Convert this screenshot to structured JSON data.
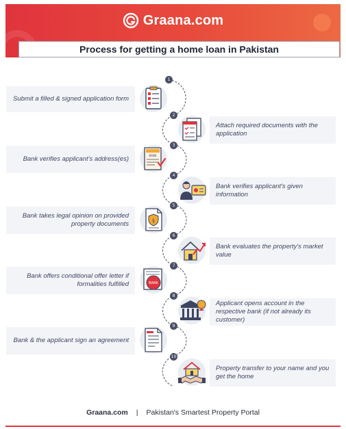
{
  "brand": {
    "name": "Graana.com",
    "logo_icon": "graana-g-icon"
  },
  "title": "Process for getting a home loan in Pakistan",
  "steps": [
    {
      "num": "1",
      "text": "Submit a filled & signed application form",
      "icon": "application-form-icon"
    },
    {
      "num": "2",
      "text": "Attach required documents with the application",
      "icon": "documents-checklist-icon"
    },
    {
      "num": "3",
      "text": "Bank verifies applicant's address(es)",
      "icon": "bank-letter-icon"
    },
    {
      "num": "4",
      "text": "Bank verifies applicant's given information",
      "icon": "id-card-person-icon"
    },
    {
      "num": "5",
      "text": "Bank takes legal opinion on provided property documents",
      "icon": "legal-document-icon"
    },
    {
      "num": "6",
      "text": "Bank evaluates the property's market value",
      "icon": "house-value-chart-icon"
    },
    {
      "num": "7",
      "text": "Bank offers conditional offer letter if formalities fulfilled",
      "icon": "bank-offer-letter-icon"
    },
    {
      "num": "8",
      "text": "Applicant opens account in the respective bank (if not already its customer)",
      "icon": "bank-building-icon"
    },
    {
      "num": "9",
      "text": "Bank & the applicant sign an agreement",
      "icon": "agreement-document-icon"
    },
    {
      "num": "10",
      "text": "Property transfer to your name and you get the home",
      "icon": "house-handshake-icon"
    }
  ],
  "footer": {
    "brand": "Graana.com",
    "separator": "|",
    "tagline": "Pakistan's Smartest Property Portal"
  },
  "colors": {
    "brand_red": "#e0343d",
    "dark_navy": "#3e4562",
    "box_bg": "#f3f4f7"
  }
}
